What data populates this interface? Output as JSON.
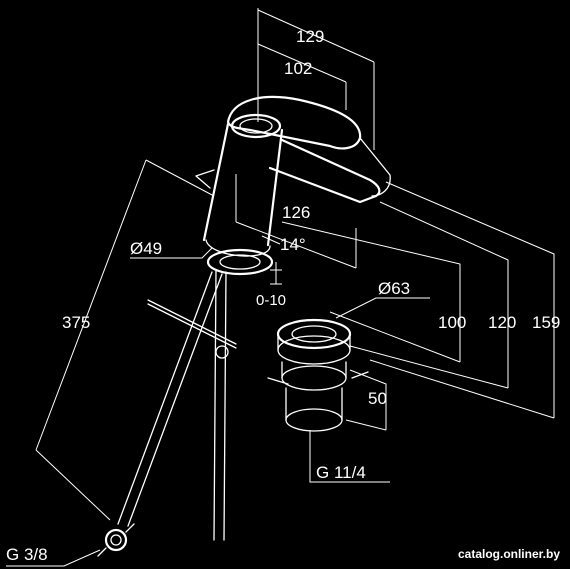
{
  "dimensions": {
    "width_overall": "129",
    "width_spout": "102",
    "spout_reach": "126",
    "angle": "14°",
    "body_diameter": "Ø49",
    "adjust_range": "0-10",
    "drain_diameter": "Ø63",
    "height_100": "100",
    "height_120": "120",
    "height_159": "159",
    "hose_length": "375",
    "drain_height": "50",
    "drain_thread": "G 11/4",
    "hose_thread": "G 3/8"
  },
  "watermark": "catalog.onliner.by",
  "colors": {
    "background": "#000000",
    "line": "#ffffff"
  }
}
